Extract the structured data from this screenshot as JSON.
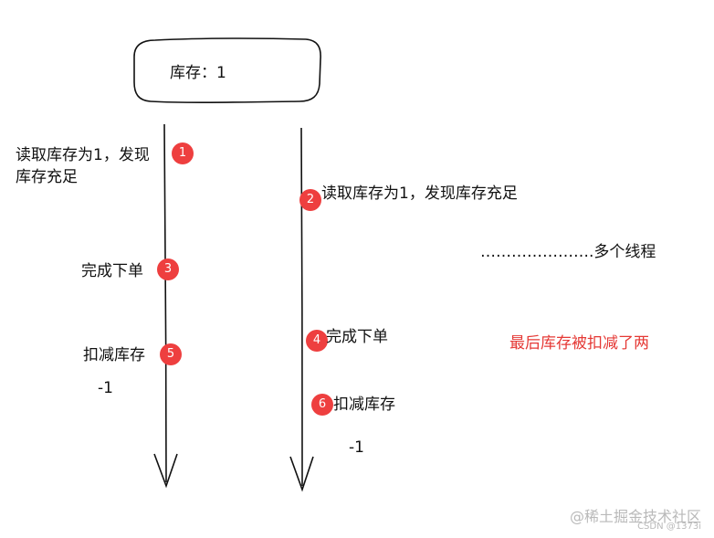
{
  "top_caption": "",
  "inventory_box": {
    "label": "库存：1"
  },
  "thread_left": {
    "steps": [
      {
        "badge": "1",
        "line1": "读取库存为1，发现",
        "line2": "库存充足"
      },
      {
        "badge": "3",
        "text": "完成下单"
      },
      {
        "badge": "5",
        "text": "扣减库存"
      }
    ],
    "decrement": "-1"
  },
  "thread_right": {
    "steps": [
      {
        "badge": "2",
        "text": "读取库存为1，发现库存充足"
      },
      {
        "badge": "4",
        "text": "完成下单"
      },
      {
        "badge": "6",
        "text": "扣减库存"
      }
    ],
    "decrement": "-1"
  },
  "more_threads": "………………….多个线程",
  "result_note": {
    "text": "最后库存被扣减了两",
    "color": "#e53935"
  },
  "watermark": {
    "line1": "@稀土掘金技术社区",
    "line2": "CSDN @1373i"
  },
  "colors": {
    "badge": "#ee3f3f",
    "ink": "#111111"
  }
}
